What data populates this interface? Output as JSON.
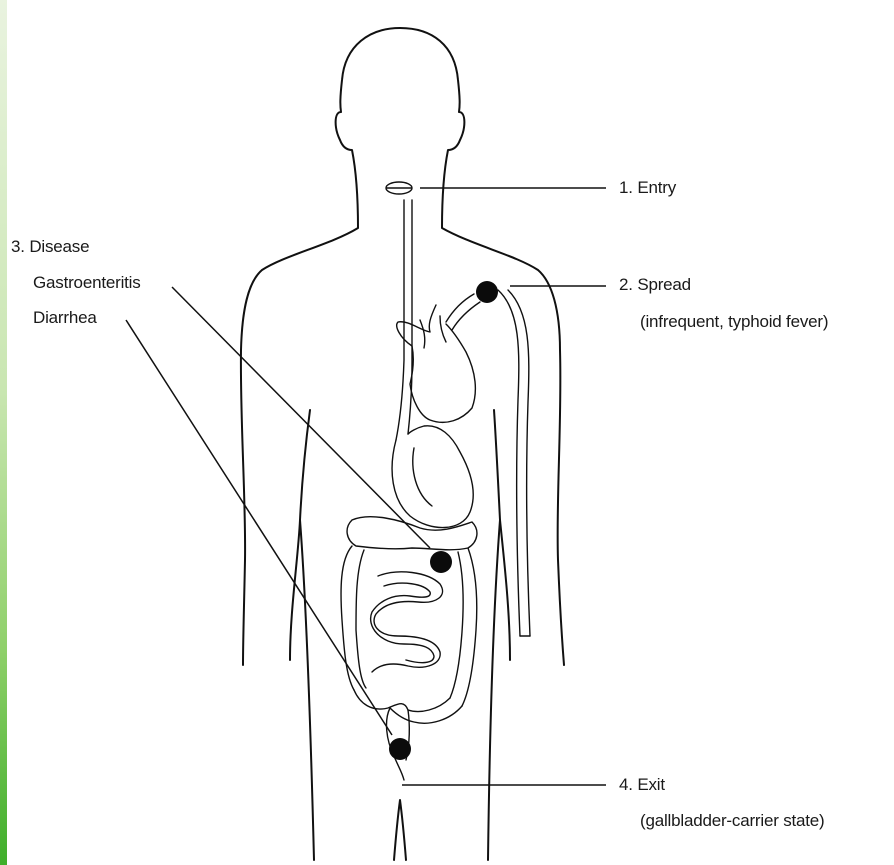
{
  "stages": [
    {
      "number": "1.",
      "title": "Entry",
      "note": ""
    },
    {
      "number": "2.",
      "title": "Spread",
      "note": "(infrequent, typhoid fever)"
    },
    {
      "number": "3.",
      "title": "Disease",
      "items": [
        "Gastroenteritis",
        "Diarrhea"
      ]
    },
    {
      "number": "4.",
      "title": "Exit",
      "note": "(gallbladder-carrier state)"
    }
  ],
  "colors": {
    "ink": "#111111",
    "background": "#ffffff",
    "edge_strip": "#3fae2a"
  }
}
